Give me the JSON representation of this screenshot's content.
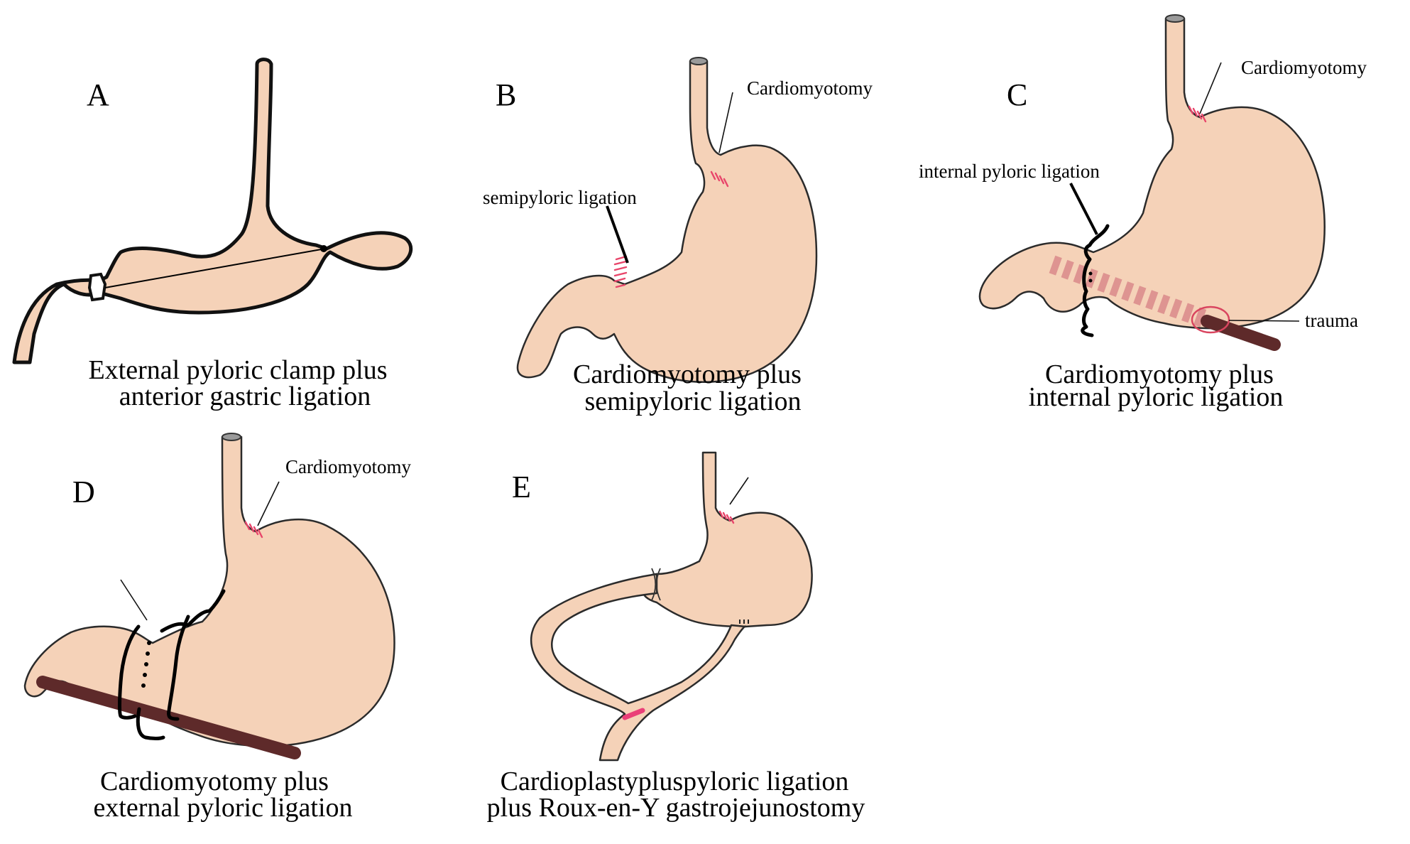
{
  "figure": {
    "panels": [
      {
        "id": "A",
        "letter": "A",
        "caption_lines": [
          "External pyloric clamp plus",
          "anterior gastric ligation"
        ],
        "callouts": []
      },
      {
        "id": "B",
        "letter": "B",
        "caption_lines": [
          "Cardiomyotomy plus",
          "semipyloric ligation"
        ],
        "callouts": [
          "Cardiomyotomy",
          "semipyloric ligation"
        ]
      },
      {
        "id": "C",
        "letter": "C",
        "caption_lines": [
          "Cardiomyotomy plus",
          "internal pyloric ligation"
        ],
        "callouts": [
          "Cardiomyotomy",
          "internal pyloric ligation",
          "trauma"
        ]
      },
      {
        "id": "D",
        "letter": "D",
        "caption_lines": [
          "Cardiomyotomy plus",
          "external  pyloric ligation"
        ],
        "callouts": [
          "Cardiomyotomy"
        ]
      },
      {
        "id": "E",
        "letter": "E",
        "caption_lines": [
          "Cardioplastypluspyloric ligation",
          "plus Roux-en-Y gastrojejunostomy"
        ],
        "callouts": []
      }
    ],
    "colors": {
      "organ_fill": "#F5D2B8",
      "outline": "#2b2b2b",
      "suture_marks": "#E8456A",
      "rod": "#5E2A2A",
      "anastomosis_mark": "#EA3F78",
      "trauma_circle": "#D9455F"
    }
  }
}
